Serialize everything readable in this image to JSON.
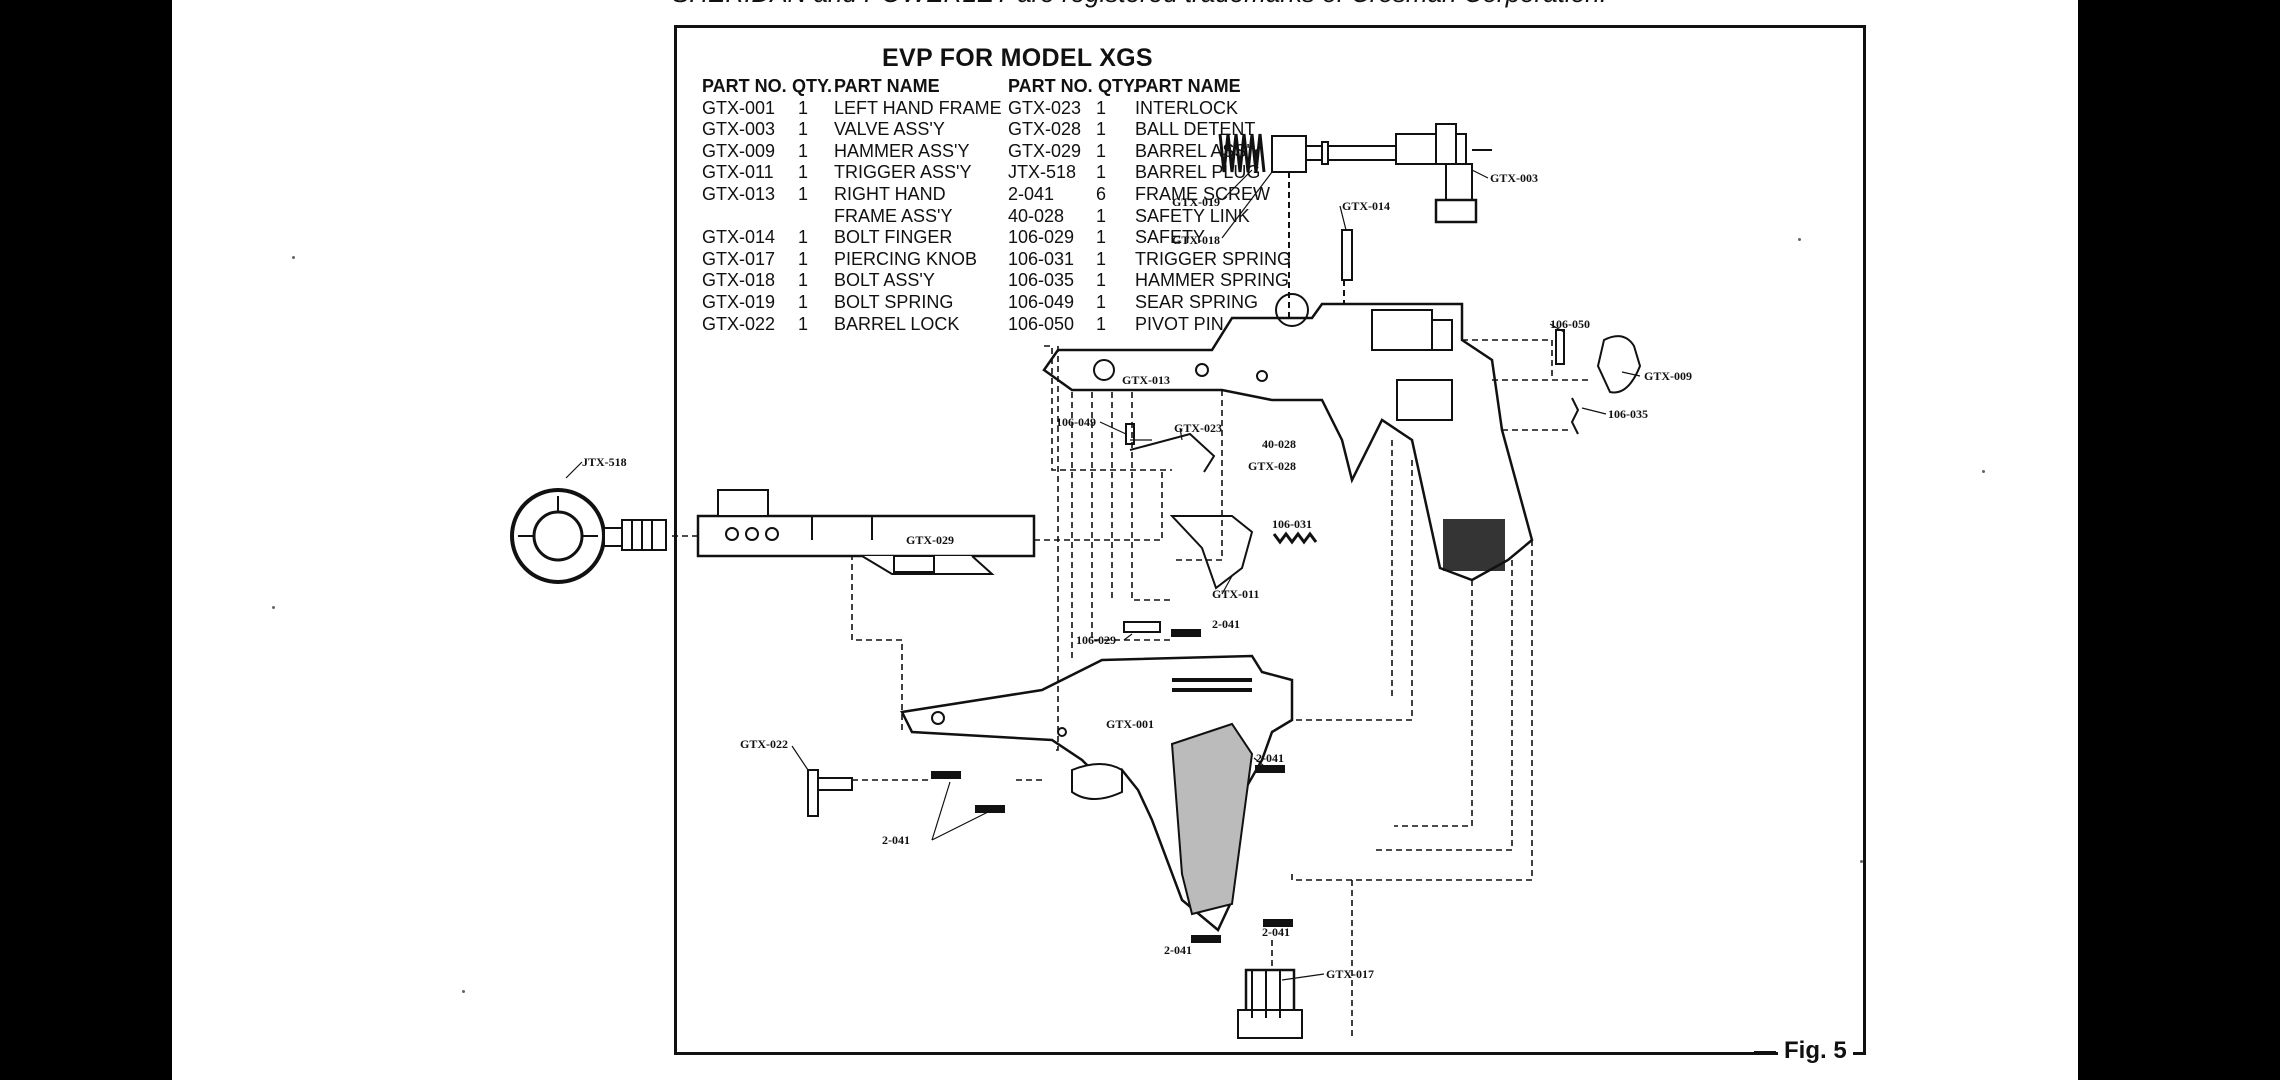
{
  "header": {
    "cut_caption": "SHERIDAN and POWERLET are registered trademarks of Crosman Corporation.",
    "title": "EVP FOR MODEL XGS",
    "figure_label": "Fig. 5"
  },
  "table_headers": {
    "part_no": "PART NO.",
    "qty": "QTY.",
    "part_name": "PART NAME"
  },
  "parts_left": [
    {
      "no": "GTX-001",
      "qty": "1",
      "name": "LEFT HAND FRAME"
    },
    {
      "no": "GTX-003",
      "qty": "1",
      "name": "VALVE ASS'Y"
    },
    {
      "no": "GTX-009",
      "qty": "1",
      "name": "HAMMER ASS'Y"
    },
    {
      "no": "GTX-011",
      "qty": "1",
      "name": "TRIGGER ASS'Y"
    },
    {
      "no": "GTX-013",
      "qty": "1",
      "name": "RIGHT HAND"
    },
    {
      "no": "",
      "qty": "",
      "name": "FRAME ASS'Y"
    },
    {
      "no": "GTX-014",
      "qty": "1",
      "name": "BOLT FINGER"
    },
    {
      "no": "GTX-017",
      "qty": "1",
      "name": "PIERCING KNOB"
    },
    {
      "no": "GTX-018",
      "qty": "1",
      "name": "BOLT ASS'Y"
    },
    {
      "no": "GTX-019",
      "qty": "1",
      "name": "BOLT SPRING"
    },
    {
      "no": "GTX-022",
      "qty": "1",
      "name": "BARREL LOCK"
    }
  ],
  "parts_right": [
    {
      "no": "GTX-023",
      "qty": "1",
      "name": "INTERLOCK"
    },
    {
      "no": "GTX-028",
      "qty": "1",
      "name": "BALL DETENT"
    },
    {
      "no": "GTX-029",
      "qty": "1",
      "name": "BARREL ASS'Y"
    },
    {
      "no": "JTX-518",
      "qty": "1",
      "name": "BARREL PLUG"
    },
    {
      "no": "2-041",
      "qty": "6",
      "name": "FRAME SCREW"
    },
    {
      "no": "40-028",
      "qty": "1",
      "name": "SAFETY LINK"
    },
    {
      "no": "106-029",
      "qty": "1",
      "name": "SAFETY"
    },
    {
      "no": "106-031",
      "qty": "1",
      "name": "TRIGGER SPRING"
    },
    {
      "no": "106-035",
      "qty": "1",
      "name": "HAMMER SPRING"
    },
    {
      "no": "106-049",
      "qty": "1",
      "name": "SEAR SPRING"
    },
    {
      "no": "106-050",
      "qty": "1",
      "name": "PIVOT PIN"
    }
  ],
  "diagram_labels": {
    "gtx_003": "GTX-003",
    "gtx_019": "GTX-019",
    "gtx_018": "GTX-018",
    "gtx_014": "GTX-014",
    "p106_050": "106-050",
    "gtx_009": "GTX-009",
    "p106_035": "106-035",
    "gtx_013": "GTX-013",
    "p106_049": "106-049",
    "gtx_023": "GTX-023",
    "p40_028": "40-028",
    "gtx_028": "GTX-028",
    "jtx_518": "JTX-518",
    "gtx_029": "GTX-029",
    "p106_031": "106-031",
    "gtx_011": "GTX-011",
    "p106_029": "106-029",
    "p2_041_top": "2-041",
    "gtx_001": "GTX-001",
    "gtx_022": "GTX-022",
    "p2_041_right": "2-041",
    "p2_041_left": "2-041",
    "p2_041_bottom_right": "2-041",
    "p2_041_bottom_left": "2-041",
    "gtx_017": "GTX-017"
  }
}
